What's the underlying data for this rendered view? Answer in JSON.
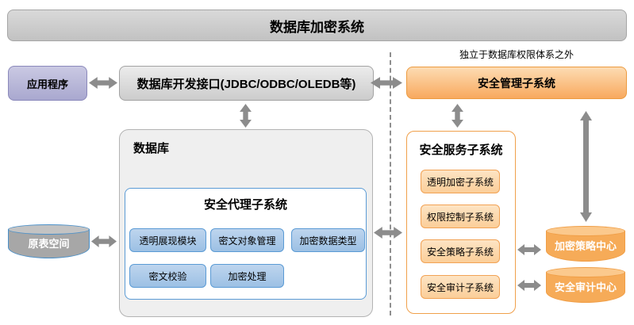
{
  "title": "数据库加密系统",
  "annotation": "独立于数据库权限体系之外",
  "left": {
    "app": "应用程序",
    "orig_tablespace": "原表空间"
  },
  "middle": {
    "jdbc": "数据库开发接口(JDBC/ODBC/OLEDB等)",
    "database": "数据库",
    "agent": {
      "title": "安全代理子系统",
      "modules": [
        "透明展现模块",
        "密文对象管理",
        "加密数据类型",
        "密文校验",
        "加密处理"
      ]
    }
  },
  "right": {
    "mgmt": "安全管理子系统",
    "service": {
      "title": "安全服务子系统",
      "modules": [
        "透明加密子系统",
        "权限控制子系统",
        "安全策略子系统",
        "安全审计子系统"
      ]
    },
    "policy_center": "加密策略中心",
    "audit_center": "安全审计中心"
  },
  "colors": {
    "accent_orange": "#f0a04b",
    "accent_blue": "#5b9bd5",
    "accent_purple": "#8b89bb",
    "arrow_gray": "#8c8c8c",
    "banner_gray": "#cccccc"
  }
}
